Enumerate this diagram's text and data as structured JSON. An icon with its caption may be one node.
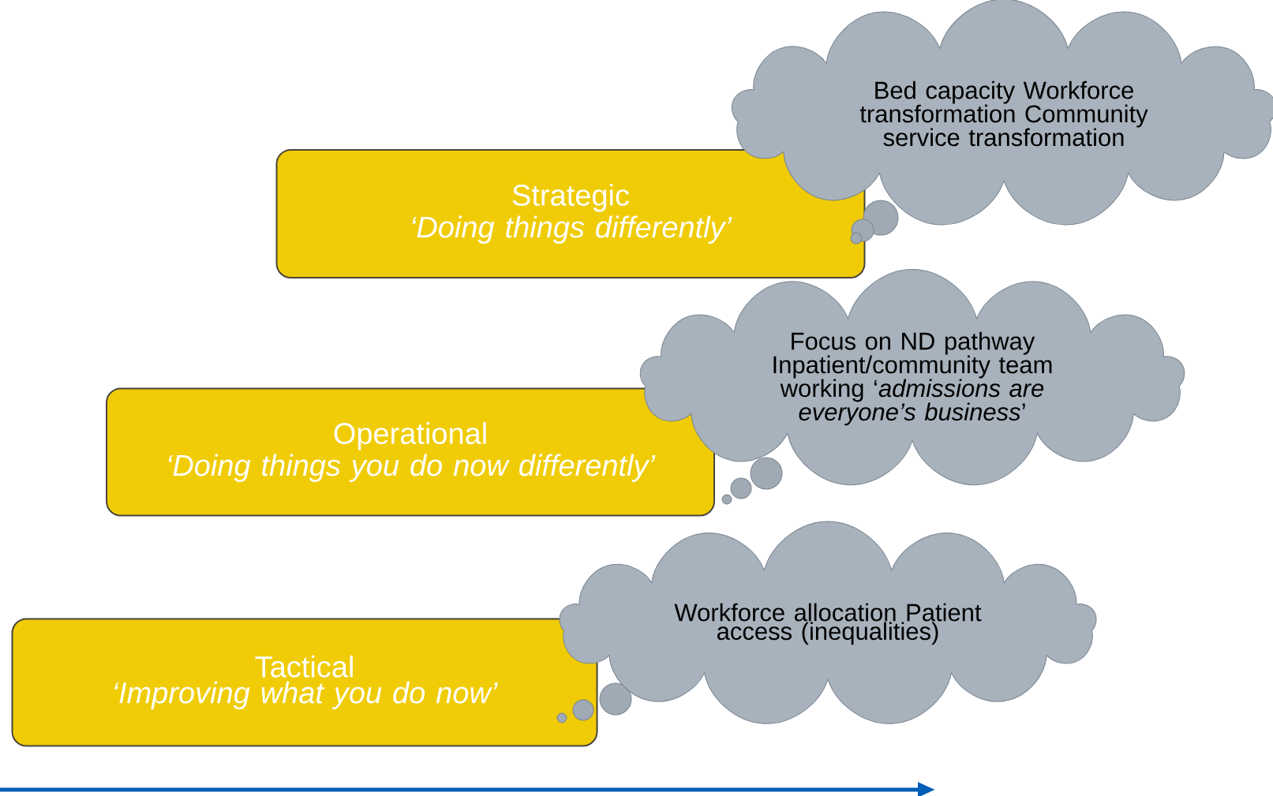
{
  "diagram": {
    "nodes": [
      {
        "text": [
          "Strategic",
          "‘Doing things differently’"
        ]
      },
      {
        "text": [
          "Bed capacity Workforce transformation Community service transformation"
        ]
      },
      {
        "text": [
          "Operational",
          "‘Doing things you do now differently’"
        ]
      },
      {
        "text": [
          "Focus on ND pathway Inpatient/community team working ‘*admissions are everyone’s business*’"
        ]
      },
      {
        "text": [
          "Tactical",
          "‘Improving what you do now’"
        ]
      },
      {
        "text": [
          "Workforce allocation Patient access (inequalities)"
        ]
      }
    ]
  }
}
